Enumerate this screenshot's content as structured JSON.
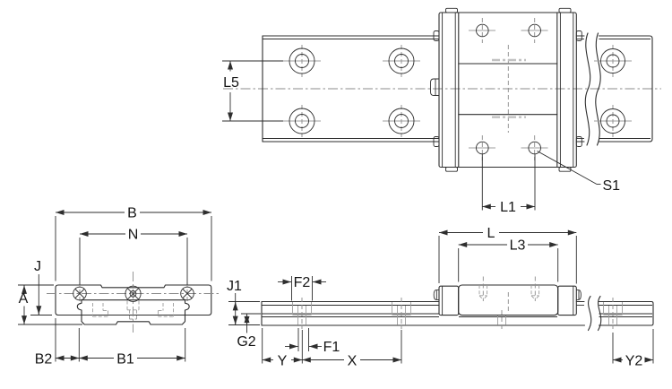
{
  "labels": {
    "top": {
      "l5": "L5",
      "l1": "L1",
      "s1": "S1"
    },
    "front": {
      "b": "B",
      "n": "N",
      "j": "J",
      "a": "A",
      "b2": "B2",
      "b1": "B1"
    },
    "side": {
      "l": "L",
      "l3": "L3",
      "j1": "J1",
      "g2": "G2",
      "f2": "F2",
      "f1": "F1",
      "y": "Y",
      "x": "X",
      "y2": "Y2"
    }
  },
  "colors": {
    "outline": "#2e2e2e",
    "auxiliary": "#9c9c9c",
    "centerline": "#8b8b8b",
    "highlight_dash": "#c2c2c2",
    "text": "#151515",
    "background": "#ffffff"
  }
}
